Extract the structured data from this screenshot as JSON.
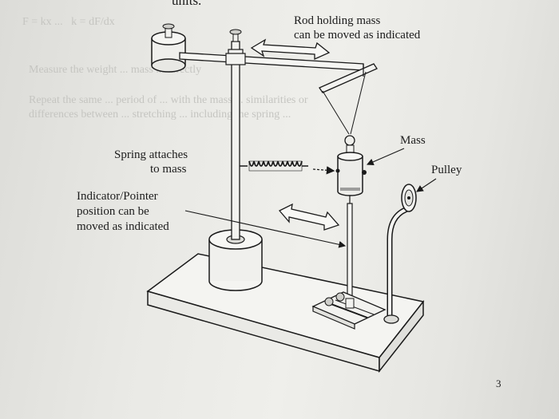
{
  "header_fragment": "units.",
  "labels": {
    "rod": [
      "Rod holding mass",
      "can be moved as indicated"
    ],
    "spring": [
      "Spring attaches",
      "to mass"
    ],
    "indicator": [
      "Indicator/Pointer",
      "position can be",
      "moved as indicated"
    ],
    "mass": "Mass",
    "pulley": "Pulley"
  },
  "page_number": "3"
}
